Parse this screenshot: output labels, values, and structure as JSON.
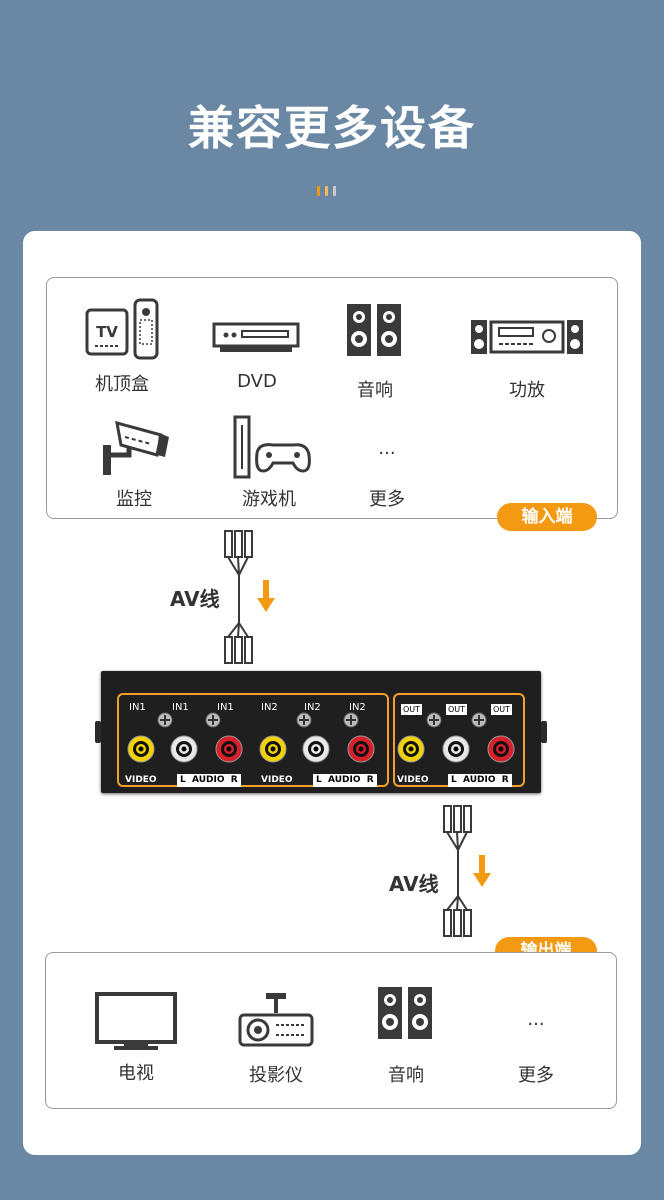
{
  "title": "兼容更多设备",
  "colors": {
    "background": "#6a88a4",
    "accent": "#f39a12"
  },
  "input_devices": [
    {
      "label": "机顶盒",
      "icon": "set-top-box-icon"
    },
    {
      "label": "DVD",
      "icon": "dvd-player-icon"
    },
    {
      "label": "音响",
      "icon": "speaker-icon"
    },
    {
      "label": "功放",
      "icon": "amplifier-icon"
    },
    {
      "label": "监控",
      "icon": "cctv-camera-icon"
    },
    {
      "label": "游戏机",
      "icon": "game-console-icon"
    },
    {
      "label": "更多",
      "icon": "more-icon"
    }
  ],
  "input_badge": "输入端",
  "tv_text": "TV",
  "cable_label": "AV线",
  "switcher": {
    "in_labels": [
      "IN1",
      "IN1",
      "IN1",
      "IN2",
      "IN2",
      "IN2"
    ],
    "out_labels": [
      "OUT",
      "OUT",
      "OUT"
    ],
    "video": "VIDEO",
    "audio": "L  AUDIO  R"
  },
  "output_badge": "输出端",
  "output_devices": [
    {
      "label": "电视",
      "icon": "tv-icon"
    },
    {
      "label": "投影仪",
      "icon": "projector-icon"
    },
    {
      "label": "音响",
      "icon": "speaker-icon"
    },
    {
      "label": "更多",
      "icon": "more-icon"
    }
  ],
  "more_glyph": "..."
}
